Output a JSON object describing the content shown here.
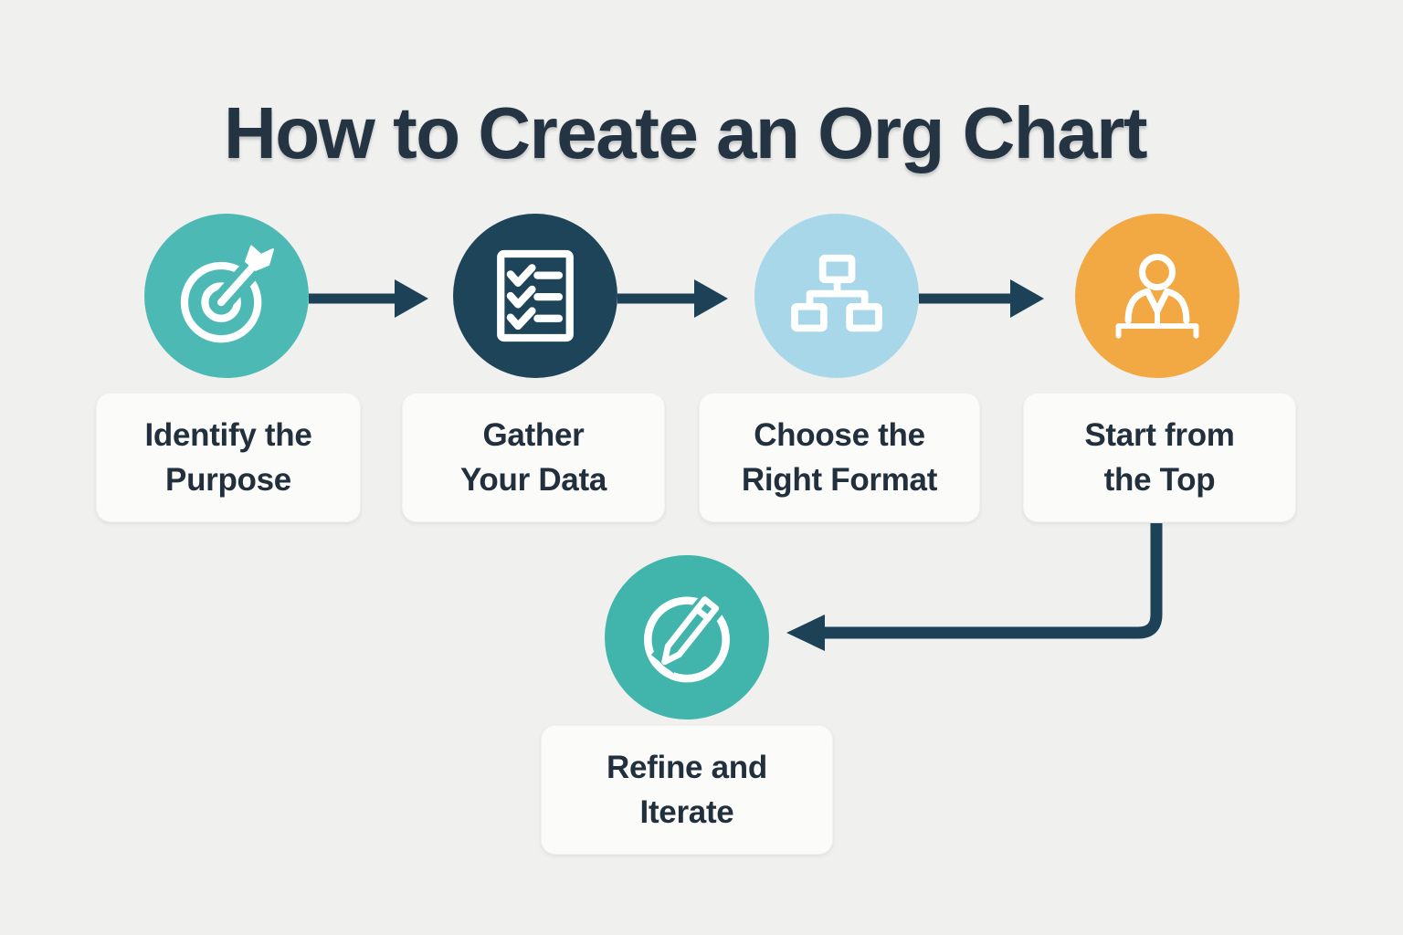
{
  "title": "How to Create an Org Chart",
  "colors": {
    "background": "#f0f0ee",
    "title_text": "#253442",
    "label_text": "#22303d",
    "label_box_bg": "#fbfbfa",
    "arrow": "#1d4257",
    "icon_stroke": "#ffffff"
  },
  "steps": [
    {
      "name": "identify-the-purpose",
      "line1": "Identify the",
      "line2": "Purpose",
      "icon": "target-icon",
      "circle_color": "#4db9b4"
    },
    {
      "name": "gather-your-data",
      "line1": "Gather",
      "line2": "Your Data",
      "icon": "checklist-icon",
      "circle_color": "#1d4458"
    },
    {
      "name": "choose-the-right-format",
      "line1": "Choose the",
      "line2": "Right Format",
      "icon": "org-chart-icon",
      "circle_color": "#a7d7e9"
    },
    {
      "name": "start-from-the-top",
      "line1": "Start from",
      "line2": "the Top",
      "icon": "person-icon",
      "circle_color": "#f2a843"
    },
    {
      "name": "refine-and-iterate",
      "line1": "Refine and",
      "line2": "Iterate",
      "icon": "pencil-icon",
      "circle_color": "#41b5ac"
    }
  ]
}
